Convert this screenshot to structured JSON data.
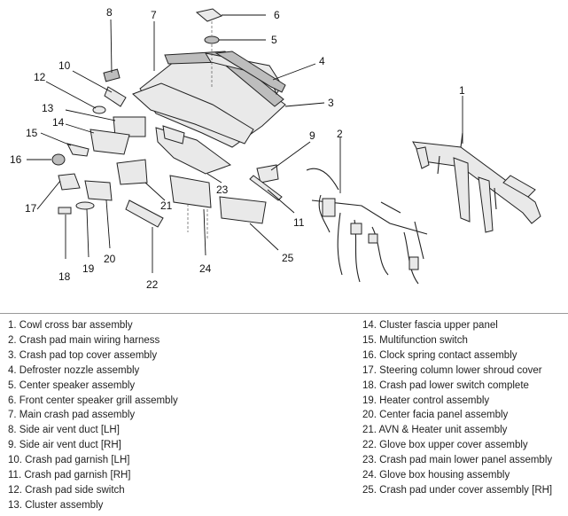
{
  "callouts": [
    "1",
    "2",
    "3",
    "4",
    "5",
    "6",
    "7",
    "8",
    "9",
    "10",
    "11",
    "12",
    "13",
    "14",
    "15",
    "16",
    "17",
    "18",
    "19",
    "20",
    "21",
    "22",
    "23",
    "24",
    "25"
  ],
  "legend": {
    "left": [
      "1. Cowl cross bar assembly",
      "2. Crash pad main wiring harness",
      "3. Crash pad top cover assembly",
      "4. Defroster nozzle assembly",
      "5. Center speaker assembly",
      "6. Front center speaker grill assembly",
      "7. Main crash pad assembly",
      "8. Side air vent duct [LH]",
      "9. Side air vent duct [RH]",
      "10. Crash pad garnish [LH]",
      "11. Crash pad garnish [RH]",
      "12. Crash pad side switch",
      "13. Cluster assembly"
    ],
    "right": [
      "14. Cluster fascia upper panel",
      "15. Multifunction switch",
      "16. Clock spring contact assembly",
      "17. Steering column lower shroud cover",
      "18. Crash pad lower switch complete",
      "19. Heater control assembly",
      "20. Center facia panel assembly",
      "21. AVN & Heater unit assembly",
      "22. Glove box upper cover assembly",
      "23. Crash pad main lower panel assembly",
      "24. Glove box housing assembly",
      "25. Crash pad under cover assembly [RH]"
    ]
  }
}
